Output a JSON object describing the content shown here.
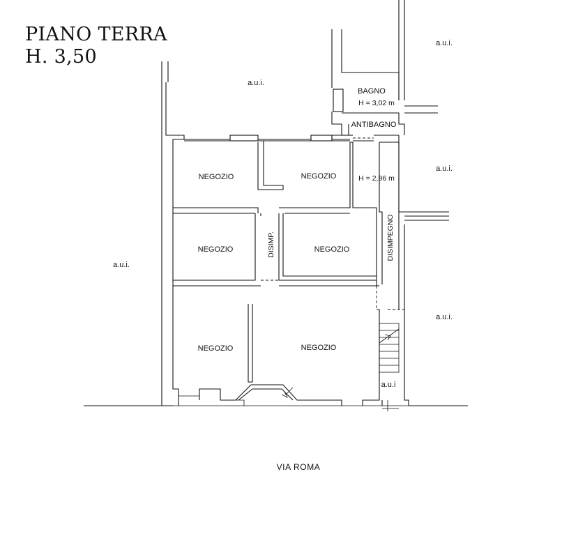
{
  "title": {
    "line1": "PIANO TERRA",
    "line2": "H. 3,50"
  },
  "rooms": {
    "negozio_1": "NEGOZIO",
    "negozio_2": "NEGOZIO",
    "negozio_3": "NEGOZIO",
    "negozio_4": "NEGOZIO",
    "negozio_5": "NEGOZIO",
    "negozio_6": "NEGOZIO",
    "bagno": "BAGNO",
    "bagno_height": "H = 3,02 m",
    "antibagno": "ANTIBAGNO",
    "disimpegno_height": "H = 2,96 m",
    "disimp": "DISIMP.",
    "disimpegno": "DISIMPEGNO"
  },
  "aui": {
    "top_center": "a.u.i.",
    "top_right": "a.u.i.",
    "mid_right": "a.u.i.",
    "left": "a.u.i.",
    "lower_right": "a.u.i.",
    "bottom_small": "a.u.i"
  },
  "street": {
    "name": "VIA ROMA"
  }
}
